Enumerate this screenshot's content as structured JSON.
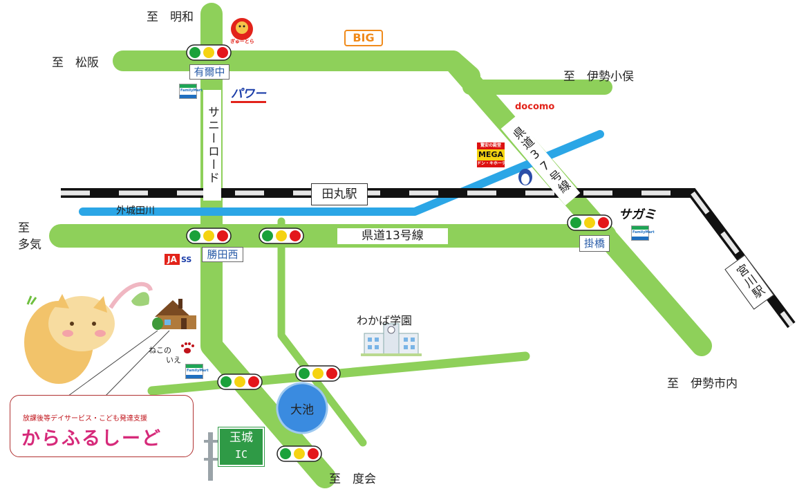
{
  "destinations": {
    "meiwa": "至　明和",
    "matsusaka": "至　松阪",
    "ise_obata": "至　伊勢小俣",
    "taki": "至\n多気",
    "ise_shinai": "至　伊勢市内",
    "watarai": "至　度会"
  },
  "intersections": {
    "aritaki": "有爾中",
    "katta_nishi": "勝田西",
    "kakehashi": "掛橋"
  },
  "stations": {
    "tamaru": "田丸駅",
    "miyagawa": "宮川駅"
  },
  "roads": {
    "sunny_road": "サニーロード",
    "pref37": "県道37号線",
    "pref13": "県道13号線"
  },
  "rivers": {
    "toki_tagawa": "外城田川"
  },
  "places": {
    "wakaba": "わかば学園",
    "oike": "大池",
    "nekonoie_line1": "ねこの",
    "nekonoie_line2": "いえ"
  },
  "logos": {
    "big": "BIG",
    "power": "パワー",
    "docomo": "docomo",
    "mega_top": "驚安の殿堂",
    "mega": "MEGA",
    "mega_bottom": "ドン・キホーテ",
    "sagami": "サガミ",
    "ja": "JA",
    "ss": "SS",
    "familymart": "FamilyMart",
    "gyuutora": "ぎゅーとら"
  },
  "ic_sign": {
    "line1": "玉城",
    "line2": "IC"
  },
  "business": {
    "subtitle": "放課後等デイサービス・こども発達支援",
    "name": "からふるしーど"
  },
  "colors": {
    "road": "#8ed05a",
    "river": "#2ba6e6",
    "rail_dark": "#111111",
    "rail_light": "#e8e8e8",
    "signal_green": "#1aa13a",
    "signal_yellow": "#f5d311",
    "signal_red": "#e3161b",
    "pond": "#3a8be0",
    "sign_green": "#2f9a46"
  }
}
